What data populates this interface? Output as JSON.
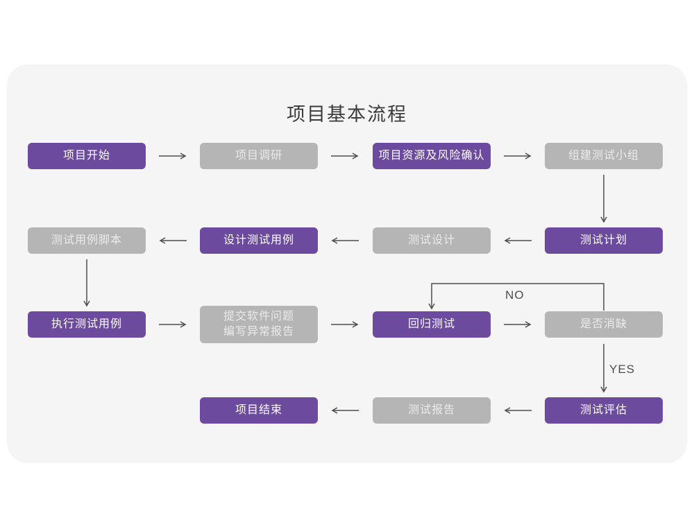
{
  "title": "项目基本流程",
  "colors": {
    "purple": "#6C4B9E",
    "gray": "#B5B5B6",
    "card_background": "#F5F5F6",
    "arrow": "#4D4D4D",
    "text_on_purple": "#FFFFFF",
    "text_on_gray": "#EBEBEC",
    "title_text": "#3B3B3B"
  },
  "nodes": [
    {
      "label": "项目开始",
      "type": "purple"
    },
    {
      "label": "项目调研",
      "type": "gray"
    },
    {
      "label": "项目资源及风险确认",
      "type": "purple"
    },
    {
      "label": "组建测试小组",
      "type": "gray"
    },
    {
      "label": "测试计划",
      "type": "purple"
    },
    {
      "label": "测试设计",
      "type": "gray"
    },
    {
      "label": "设计测试用例",
      "type": "purple"
    },
    {
      "label": "测试用例脚本",
      "type": "gray"
    },
    {
      "label": "执行测试用例",
      "type": "purple"
    },
    {
      "label": "提交软件问题\n编写异常报告",
      "type": "gray"
    },
    {
      "label": "回归测试",
      "type": "purple"
    },
    {
      "label": "是否消缺",
      "type": "gray"
    },
    {
      "label": "测试评估",
      "type": "purple"
    },
    {
      "label": "测试报告",
      "type": "gray"
    },
    {
      "label": "项目结束",
      "type": "purple"
    }
  ],
  "decision_labels": {
    "no": "NO",
    "yes": "YES"
  }
}
